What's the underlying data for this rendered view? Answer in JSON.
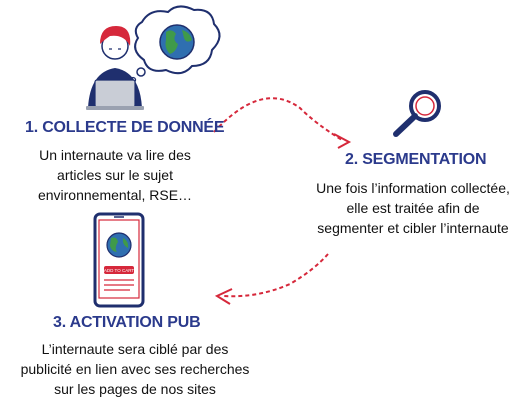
{
  "colors": {
    "title": "#2b3a8c",
    "arrow": "#d6283b",
    "accent_red": "#d6283b",
    "navy": "#1f2f6e",
    "globe_blue": "#2f6fb0",
    "globe_green": "#3f9a4a"
  },
  "steps": [
    {
      "title": "1. COLLECTE DE DONNÉE",
      "lines": [
        "Un internaute va lire des",
        "articles sur le sujet",
        "environnemental, RSE…"
      ],
      "icon": "person-thinking-about-globe-icon"
    },
    {
      "title": "2. SEGMENTATION",
      "lines": [
        "Une fois l’information collectée,",
        "elle est traitée afin de",
        "segmenter et cibler l’internaute"
      ],
      "icon": "magnifying-glass-icon"
    },
    {
      "title": "3. ACTIVATION PUB",
      "lines": [
        "L’internaute sera ciblé par des",
        "publicité en lien avec ses recherches",
        "sur les pages de nos sites"
      ],
      "icon": "smartphone-ad-icon",
      "phone_button": "ADD TO CART"
    }
  ]
}
